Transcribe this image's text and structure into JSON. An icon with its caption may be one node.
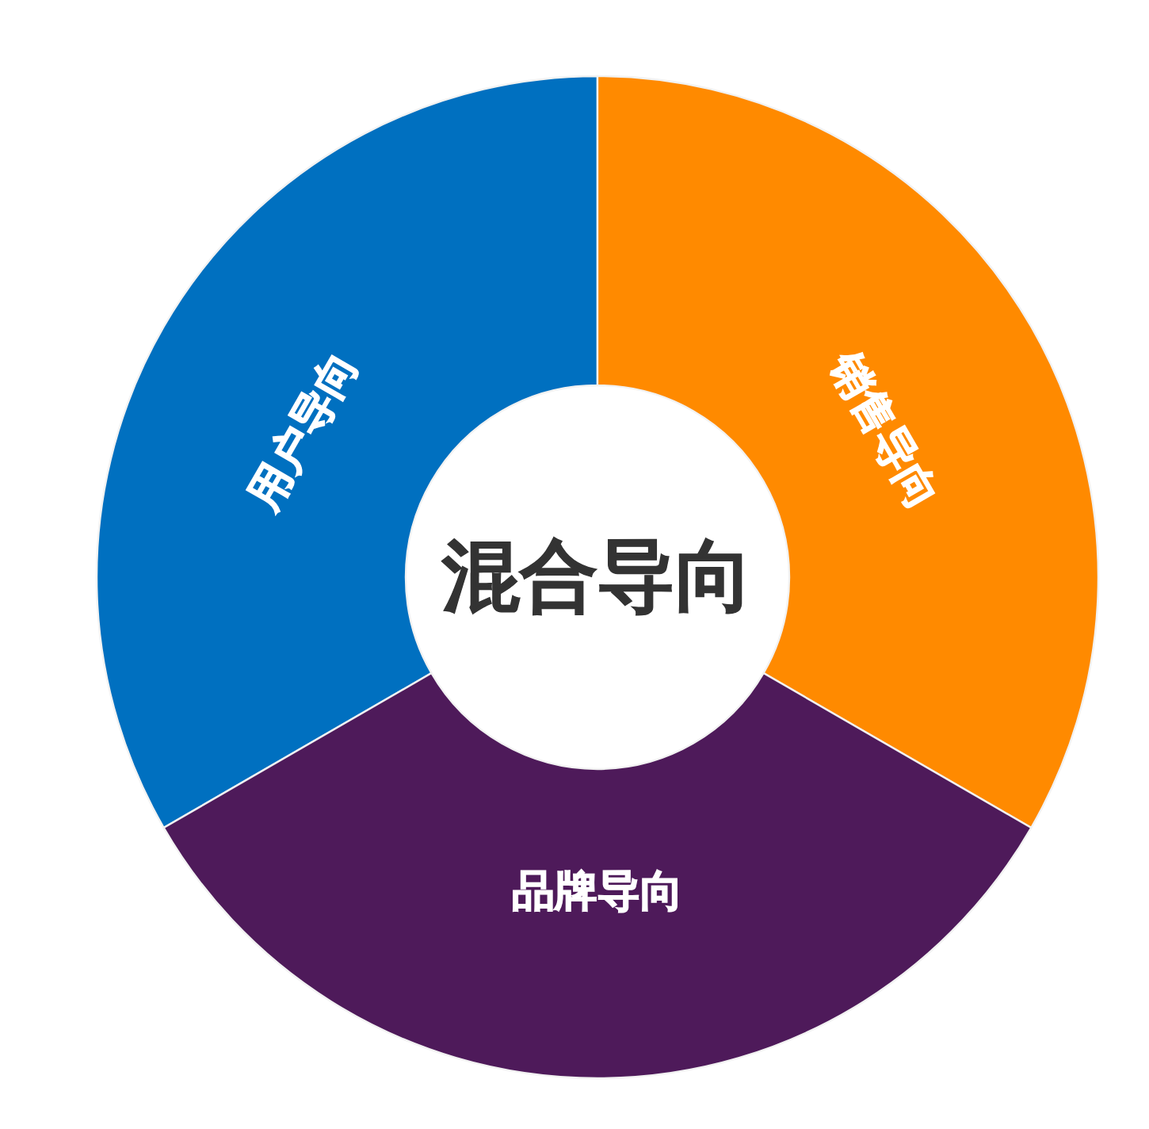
{
  "diagram": {
    "nodes": [
      {
        "text": [
          "用户导向"
        ]
      },
      {
        "text": [
          "销售导向"
        ]
      },
      {
        "text": [
          "混合导向"
        ]
      },
      {
        "text": [
          "品牌导向"
        ]
      }
    ]
  }
}
